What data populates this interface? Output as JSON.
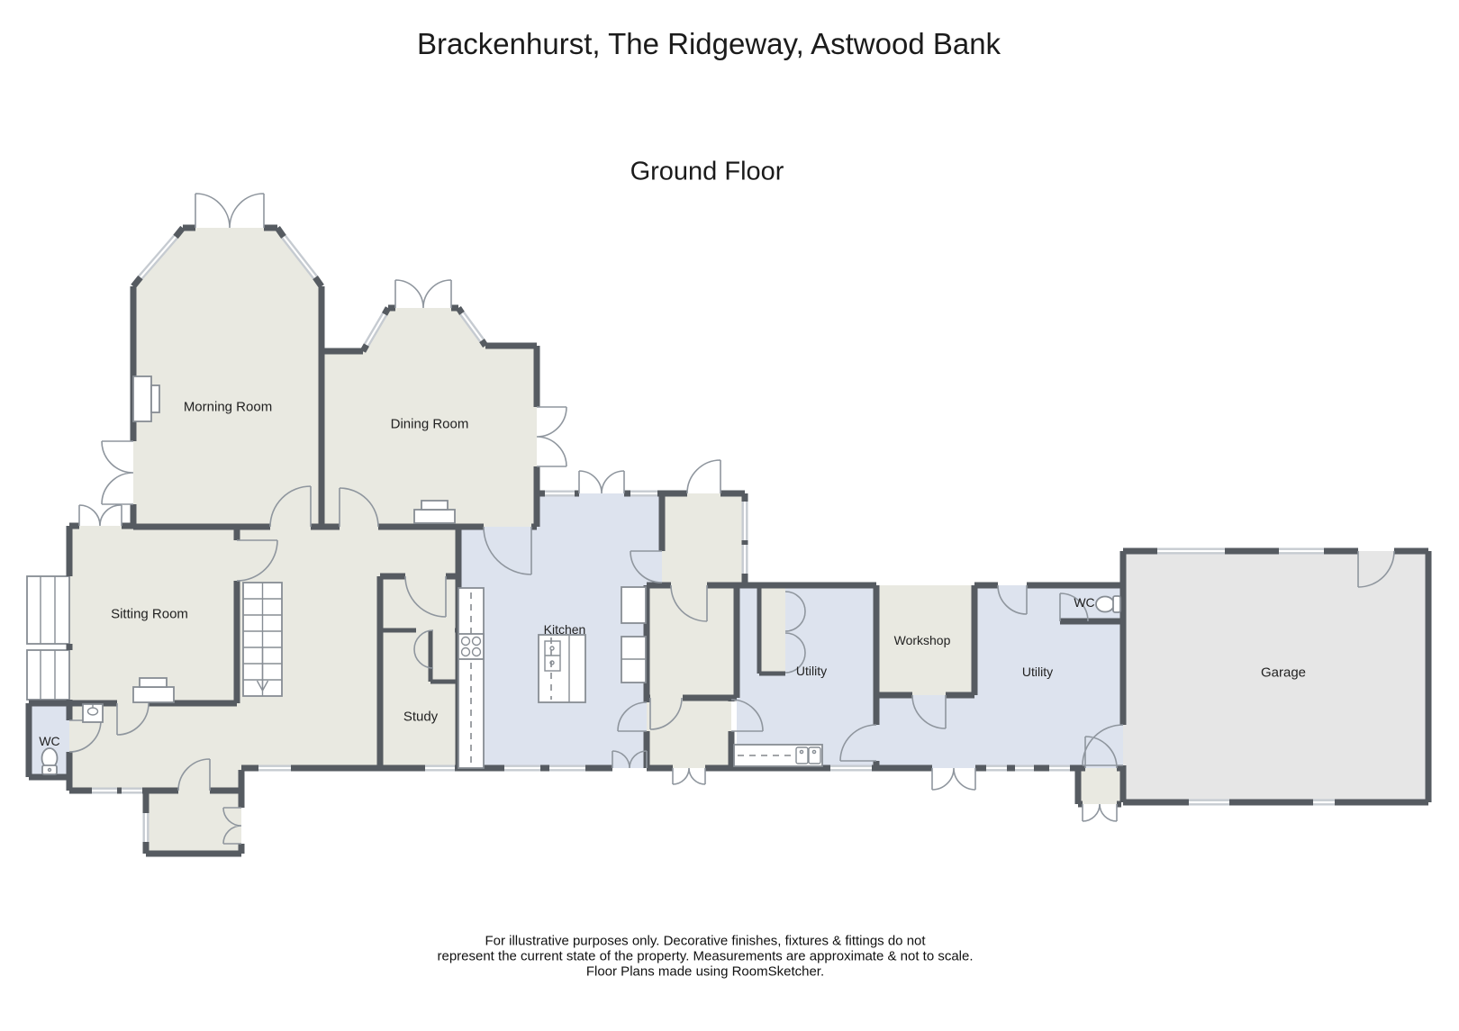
{
  "header": {
    "title": "Brackenhurst, The Ridgeway, Astwood Bank",
    "floor_label": "Ground Floor"
  },
  "rooms": [
    {
      "id": "morning-room",
      "label": "Morning Room"
    },
    {
      "id": "dining-room",
      "label": "Dining Room"
    },
    {
      "id": "sitting-room",
      "label": "Sitting Room"
    },
    {
      "id": "wc-ground",
      "label": "WC"
    },
    {
      "id": "study",
      "label": "Study"
    },
    {
      "id": "kitchen",
      "label": "Kitchen"
    },
    {
      "id": "utility-left",
      "label": "Utility"
    },
    {
      "id": "workshop",
      "label": "Workshop"
    },
    {
      "id": "utility-right",
      "label": "Utility"
    },
    {
      "id": "wc-utility",
      "label": "WC"
    },
    {
      "id": "garage",
      "label": "Garage"
    }
  ],
  "footer": {
    "line1": "For illustrative purposes only. Decorative finishes, fixtures & fittings do not",
    "line2": "represent the current state of the property. Measurements are approximate & not to scale.",
    "line3": "Floor Plans made using RoomSketcher."
  },
  "colors": {
    "wall": "#565b61",
    "room_beige": "#e9e9e1",
    "room_blue": "#dde3ee",
    "room_gray": "#e6e6e6",
    "window": "#c6cbd1",
    "door_arc": "#8f969e",
    "text": "#222222"
  }
}
